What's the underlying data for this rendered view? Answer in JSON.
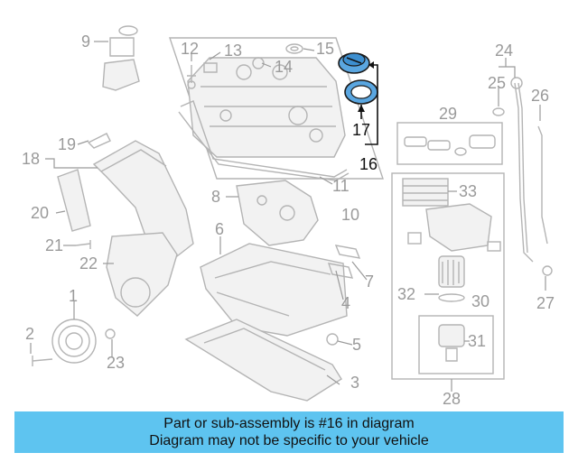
{
  "diagram": {
    "callouts": {
      "c1": "1",
      "c2": "2",
      "c3": "3",
      "c4": "4",
      "c5": "5",
      "c6": "6",
      "c7": "7",
      "c8": "8",
      "c9": "9",
      "c10": "10",
      "c11": "11",
      "c12": "12",
      "c13": "13",
      "c14": "14",
      "c15": "15",
      "c16": "16",
      "c17": "17",
      "c18": "18",
      "c19": "19",
      "c20": "20",
      "c21": "21",
      "c22": "22",
      "c23": "23",
      "c24": "24",
      "c25": "25",
      "c26": "26",
      "c27": "27",
      "c28": "28",
      "c29": "29",
      "c30": "30",
      "c31": "31",
      "c32": "32",
      "c33": "33"
    },
    "highlighted_callout": "16",
    "highlight_color": "#5aa6e0"
  },
  "banner": {
    "line1": "Part or sub-assembly is #16 in diagram",
    "line2": "Diagram may not be specific to your vehicle",
    "background": "#5ec4f0"
  }
}
